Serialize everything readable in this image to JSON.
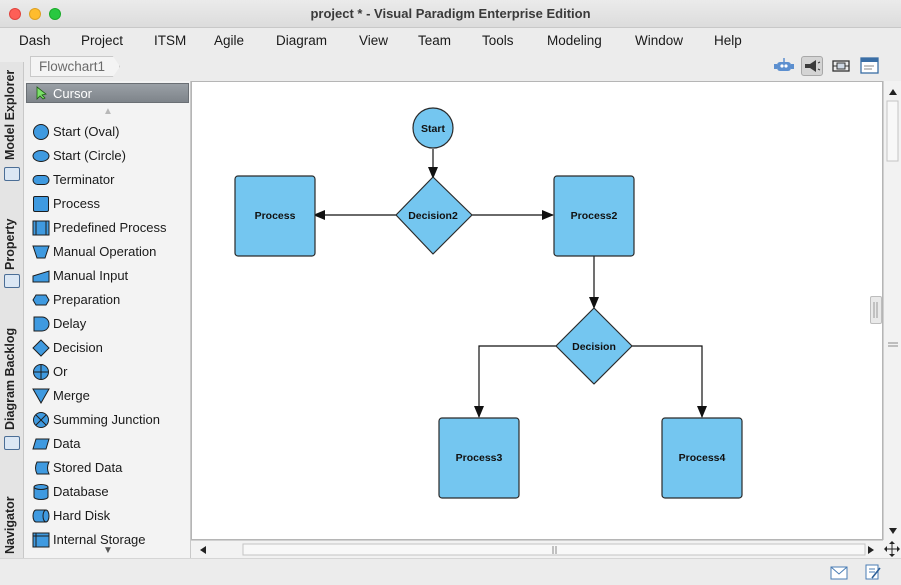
{
  "window": {
    "title": "project * - Visual Paradigm Enterprise Edition"
  },
  "menu": [
    "Dash",
    "Project",
    "ITSM",
    "Agile",
    "Diagram",
    "View",
    "Team",
    "Tools",
    "Modeling",
    "Window",
    "Help"
  ],
  "breadcrumb": "Flowchart1",
  "left_tabs": [
    "Model Explorer",
    "Property",
    "Diagram Backlog",
    "Navigator"
  ],
  "palette": {
    "cursor_label": "Cursor",
    "items": [
      "Start (Oval)",
      "Start (Circle)",
      "Terminator",
      "Process",
      "Predefined Process",
      "Manual Operation",
      "Manual Input",
      "Preparation",
      "Delay",
      "Decision",
      "Or",
      "Merge",
      "Summing Junction",
      "Data",
      "Stored Data",
      "Database",
      "Hard Disk",
      "Internal Storage"
    ]
  },
  "diagram": {
    "start": "Start",
    "decision2": "Decision2",
    "process": "Process",
    "process2": "Process2",
    "decision": "Decision",
    "process3": "Process3",
    "process4": "Process4"
  },
  "colors": {
    "shape_fill": "#74c6f0",
    "shape_stroke": "#2a2a2a",
    "accent": "#2e79c0"
  }
}
